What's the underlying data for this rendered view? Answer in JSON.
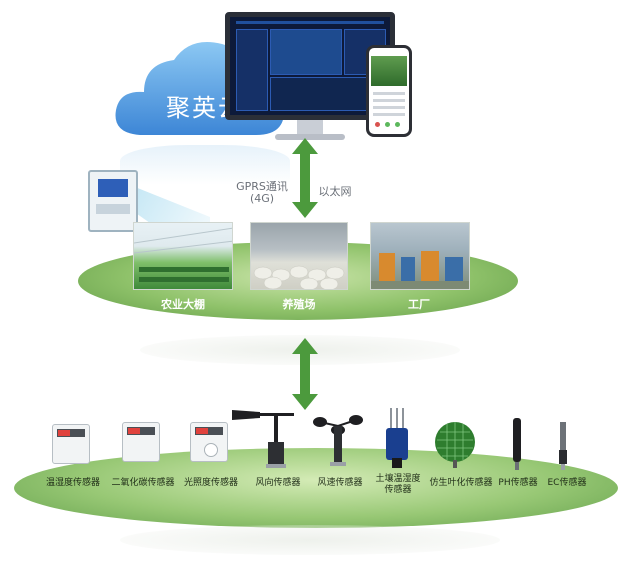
{
  "cloud": {
    "label": "聚英云"
  },
  "communication": {
    "gprs_line1": "GPRS通讯",
    "gprs_line2": "(4G)",
    "ethernet": "以太网"
  },
  "scenes": [
    {
      "label": "农业大棚"
    },
    {
      "label": "养殖场"
    },
    {
      "label": "工厂"
    }
  ],
  "sensors": [
    {
      "label": "温湿度传感器"
    },
    {
      "label": "二氧化碳传感器"
    },
    {
      "label": "光照度传感器"
    },
    {
      "label": "风向传感器"
    },
    {
      "label": "风速传感器"
    },
    {
      "label_line1": "土壤温湿度",
      "label_line2": "传感器"
    },
    {
      "label": "仿生叶化传感器"
    },
    {
      "label": "PH传感器"
    },
    {
      "label": "EC传感器"
    }
  ],
  "colors": {
    "arrow": "#4c9a3d",
    "cloud": "#4f9de0",
    "oval": "#8fc26a"
  }
}
